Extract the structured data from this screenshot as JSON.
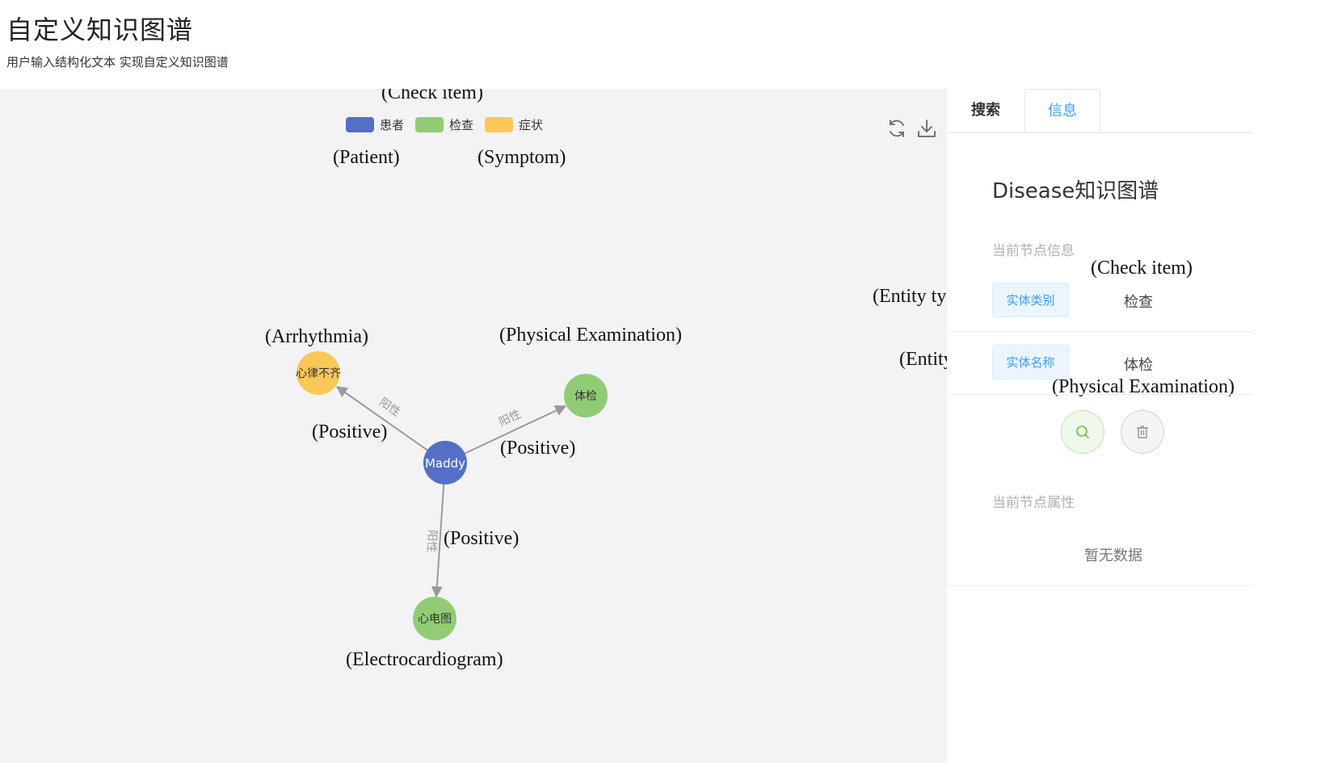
{
  "header": {
    "title": "自定义知识图谱",
    "subtitle": "用户输入结构化文本 实现自定义知识图谱"
  },
  "legend": {
    "items": [
      {
        "label": "患者",
        "color": "#5470c6"
      },
      {
        "label": "检查",
        "color": "#91cc75"
      },
      {
        "label": "症状",
        "color": "#fac858"
      }
    ]
  },
  "graph": {
    "nodes": [
      {
        "id": "maddy",
        "label": "Maddy",
        "category": "患者",
        "color": "#5470c6"
      },
      {
        "id": "arrhythmia",
        "label": "心律不齐",
        "category": "症状",
        "color": "#fac858"
      },
      {
        "id": "exam",
        "label": "体检",
        "category": "检查",
        "color": "#91cc75"
      },
      {
        "id": "ecg",
        "label": "心电图",
        "category": "检查",
        "color": "#91cc75"
      }
    ],
    "edges": [
      {
        "source": "maddy",
        "target": "arrhythmia",
        "label": "阳性"
      },
      {
        "source": "maddy",
        "target": "exam",
        "label": "阳性"
      },
      {
        "source": "maddy",
        "target": "ecg",
        "label": "阳性"
      }
    ]
  },
  "annotations": {
    "check_item_legend": "(Check item)",
    "patient": "(Patient)",
    "symptom": "(Symptom)",
    "arrhythmia": "(Arrhythmia)",
    "physical_exam": "(Physical Examination)",
    "positive_1": "(Positive)",
    "positive_2": "(Positive)",
    "positive_3": "(Positive)",
    "electrocardiogram": "(Electrocardiogram)",
    "entity_type": "(Entity type)",
    "check_item_panel": "(Check item)",
    "entity": "(Entity)",
    "physical_exam_panel": "(Physical Examination)"
  },
  "toolbar": {
    "icons": [
      "refresh-icon",
      "download-icon"
    ]
  },
  "side_panel": {
    "tabs": [
      {
        "label": "搜索",
        "active": false
      },
      {
        "label": "信息",
        "active": true
      }
    ],
    "title": "Disease知识图谱",
    "current_node_label": "当前节点信息",
    "entity_type_tag": "实体类别",
    "entity_type_value": "检查",
    "entity_name_tag": "实体名称",
    "entity_name_value": "体检",
    "current_attrs_label": "当前节点属性",
    "empty_text": "暂无数据",
    "buttons": [
      "search-icon",
      "delete-icon"
    ]
  },
  "colors": {
    "accent": "#409eff",
    "patient": "#5470c6",
    "check": "#91cc75",
    "symptom": "#fac858",
    "edge": "#9a9a9a"
  }
}
